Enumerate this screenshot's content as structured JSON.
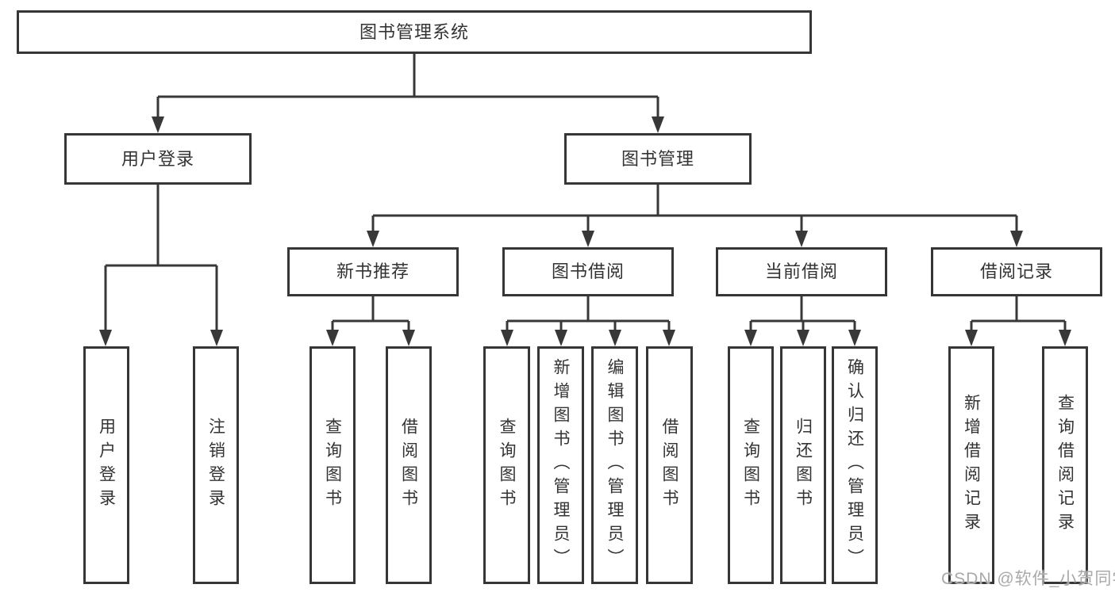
{
  "diagram": {
    "kind": "functional-structure-tree",
    "colors": {
      "line": "#383838",
      "box_border": "#363636",
      "box_fill": "#ffffff",
      "text": "#333333",
      "watermark": "#a9a9a9"
    },
    "watermark": {
      "text": "CSDN @软件_小贺同学"
    }
  },
  "tree": {
    "label": "图书管理系统",
    "children": [
      {
        "label": "用户登录",
        "children": [
          {
            "label": "用户登录"
          },
          {
            "label": "注销登录"
          }
        ]
      },
      {
        "label": "图书管理",
        "children": [
          {
            "label": "新书推荐",
            "children": [
              {
                "label": "查询图书"
              },
              {
                "label": "借阅图书"
              }
            ]
          },
          {
            "label": "图书借阅",
            "children": [
              {
                "label": "查询图书"
              },
              {
                "label": "新增图书（管理员）"
              },
              {
                "label": "编辑图书（管理员）"
              },
              {
                "label": "借阅图书"
              }
            ]
          },
          {
            "label": "当前借阅",
            "children": [
              {
                "label": "查询图书"
              },
              {
                "label": "归还图书"
              },
              {
                "label": "确认归还（管理员）"
              }
            ]
          },
          {
            "label": "借阅记录",
            "children": [
              {
                "label": "新增借阅记录"
              },
              {
                "label": "查询借阅记录"
              }
            ]
          }
        ]
      }
    ]
  }
}
